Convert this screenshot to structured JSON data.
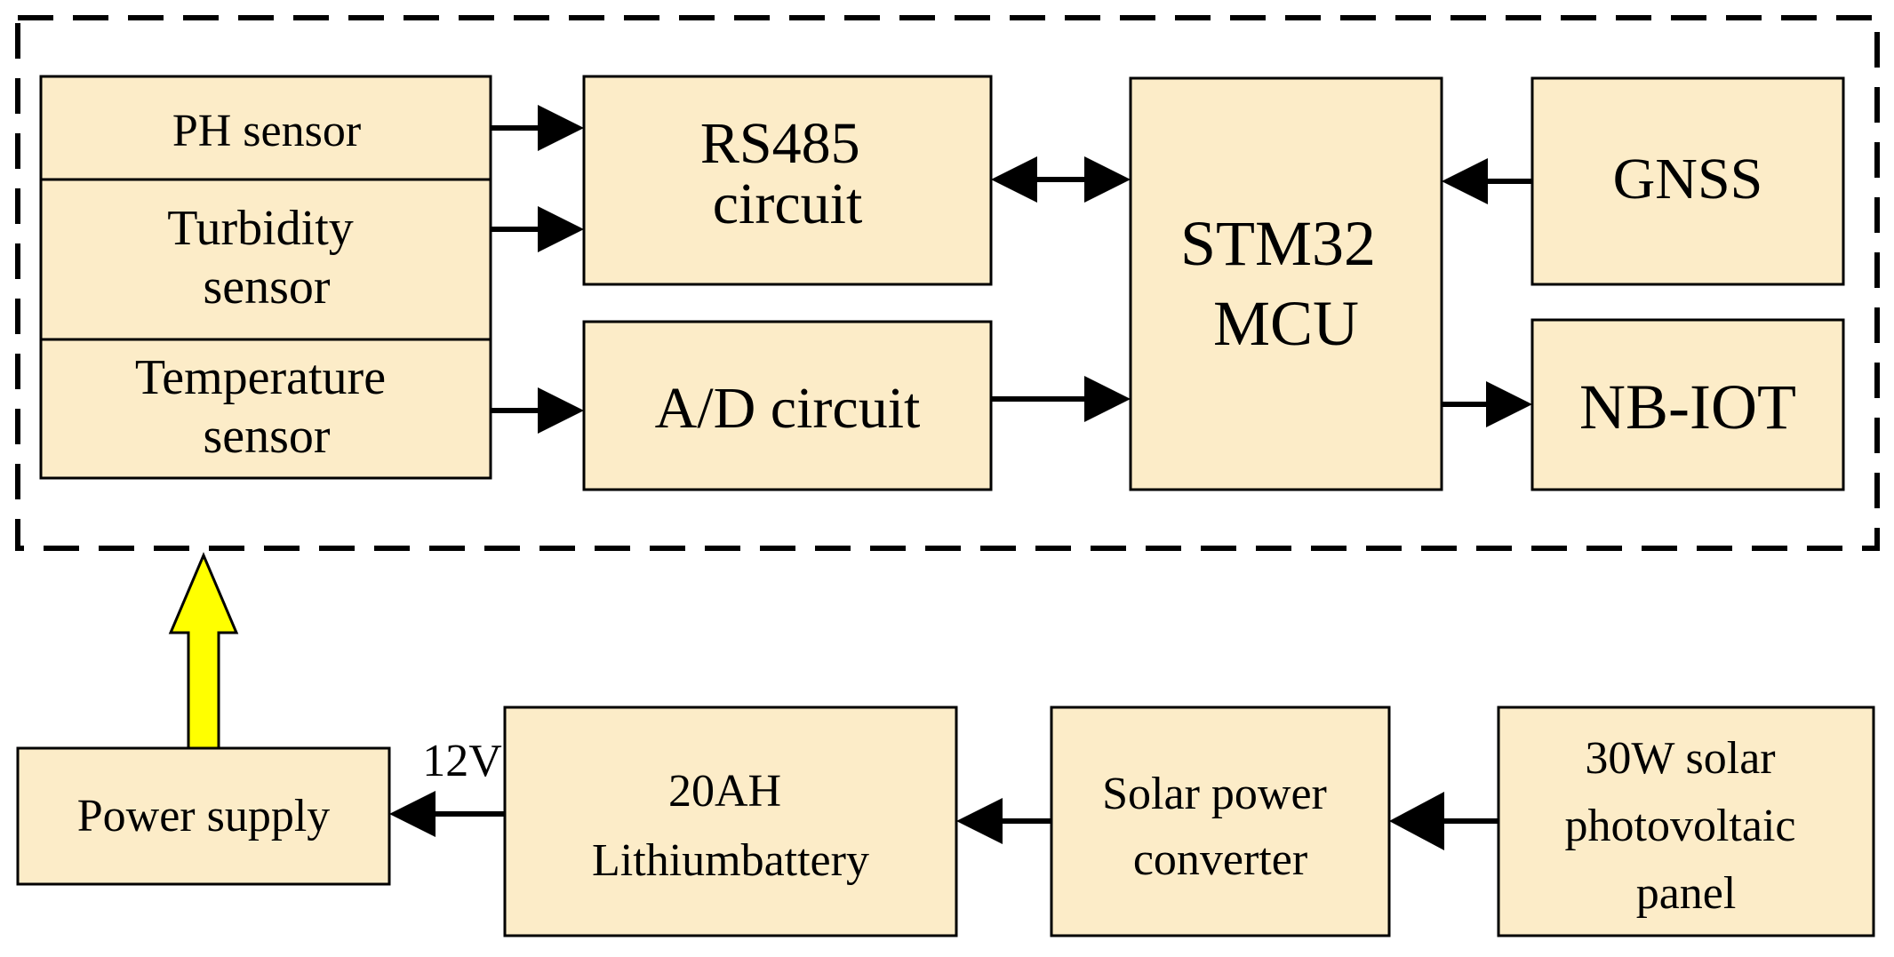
{
  "blocks": {
    "ph_sensor": [
      "PH sensor"
    ],
    "turbidity_sensor": [
      "Turbidity",
      "sensor"
    ],
    "temperature_sensor": [
      "Temperature",
      "sensor"
    ],
    "rs485": [
      "RS485",
      "circuit"
    ],
    "ad_circuit": [
      "A/D circuit"
    ],
    "mcu": [
      "STM32",
      "MCU"
    ],
    "gnss": [
      "GNSS"
    ],
    "nbiot": [
      "NB-IOT"
    ],
    "power_supply": [
      "Power supply"
    ],
    "battery": [
      "20AH",
      "Lithiumbattery"
    ],
    "converter": [
      "Solar power",
      "converter"
    ],
    "panel": [
      "30W solar",
      "photovoltaic",
      "panel"
    ]
  },
  "voltage_label": "12V",
  "colors": {
    "block_fill": "#fcecc8",
    "power_arrow": "#ffff00",
    "stroke": "#000000"
  }
}
